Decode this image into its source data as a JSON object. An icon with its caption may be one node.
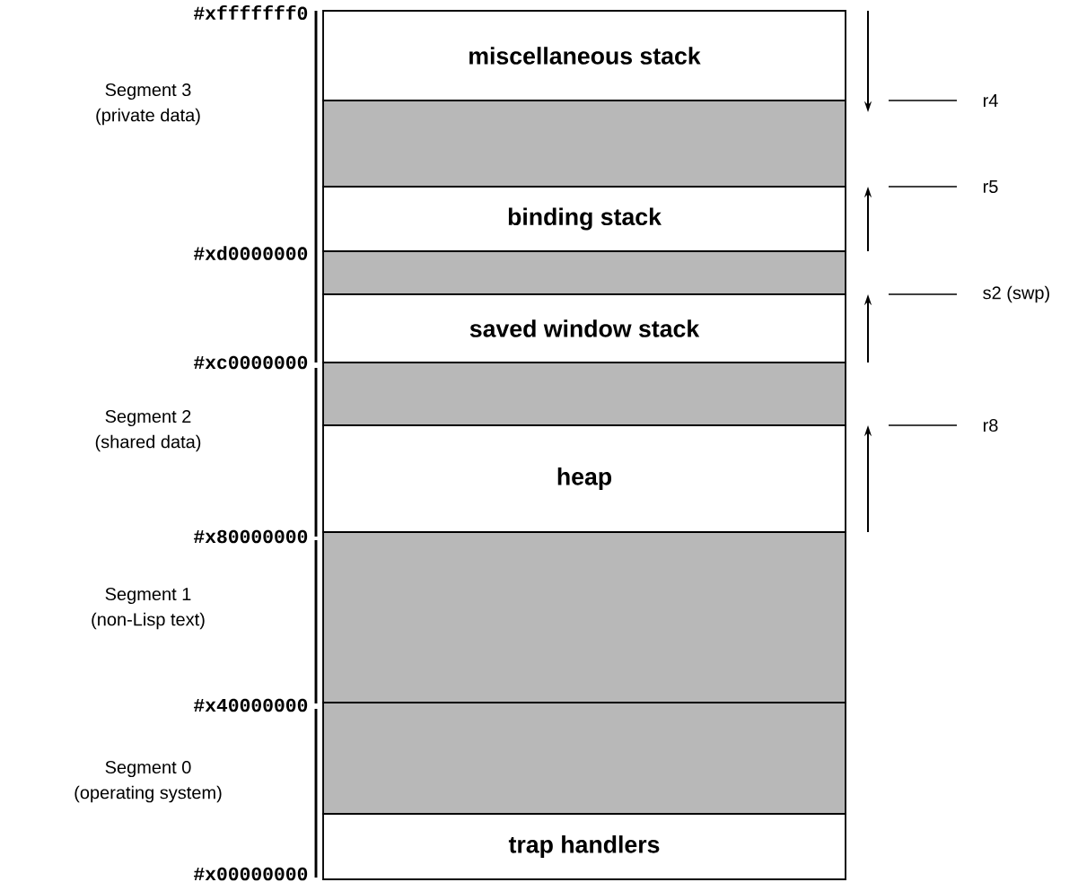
{
  "diagram": {
    "nodes": [
      {
        "text": [
          "miscellaneous stack"
        ]
      },
      {
        "text": [],
        "shape": "box"
      },
      {
        "text": [
          "binding stack"
        ]
      },
      {
        "text": [],
        "shape": "box"
      },
      {
        "text": [
          "saved window stack"
        ]
      },
      {
        "text": [],
        "shape": "box"
      },
      {
        "text": [
          "heap"
        ]
      },
      {
        "text": [],
        "shape": "box"
      },
      {
        "text": [],
        "shape": "box"
      },
      {
        "text": [
          "trap handlers"
        ]
      }
    ],
    "labels": [
      "#xfffffff0",
      "Segment 3",
      "(private data)",
      "r4",
      "r5",
      "#xd0000000",
      "s2 (swp)",
      "#xc0000000",
      "Segment 2",
      "(shared data)",
      "r8",
      "#x80000000",
      "Segment 1",
      "(non-Lisp text)",
      "#x40000000",
      "Segment 0",
      "(operating system)",
      "#x00000000"
    ]
  }
}
